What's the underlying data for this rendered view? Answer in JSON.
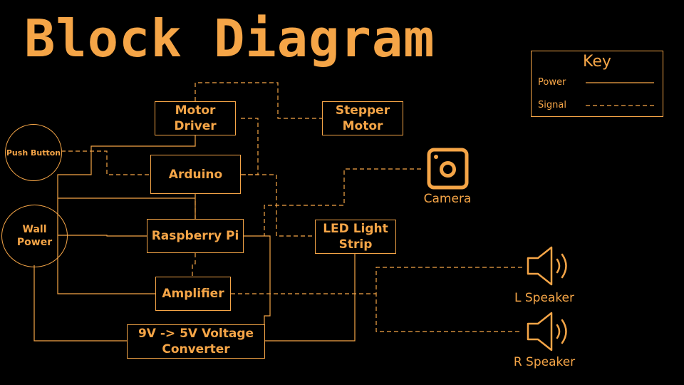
{
  "title": "Block Diagram",
  "colors": {
    "accent": "#F5A547",
    "background": "#000000"
  },
  "key": {
    "title": "Key",
    "power_label": "Power",
    "signal_label": "Signal"
  },
  "blocks": {
    "motor_driver": "Motor Driver",
    "stepper_motor": "Stepper Motor",
    "arduino": "Arduino",
    "raspberry_pi": "Raspberry Pi",
    "led_strip": "LED Light Strip",
    "amplifier": "Amplifier",
    "voltage_converter": "9V -> 5V Voltage Converter",
    "push_button": "Push Button",
    "wall_power": "Wall Power"
  },
  "devices": {
    "camera": {
      "label": "Camera",
      "icon": "camera-icon"
    },
    "l_speaker": {
      "label": "L Speaker",
      "icon": "speaker-icon"
    },
    "r_speaker": {
      "label": "R Speaker",
      "icon": "speaker-icon"
    }
  }
}
